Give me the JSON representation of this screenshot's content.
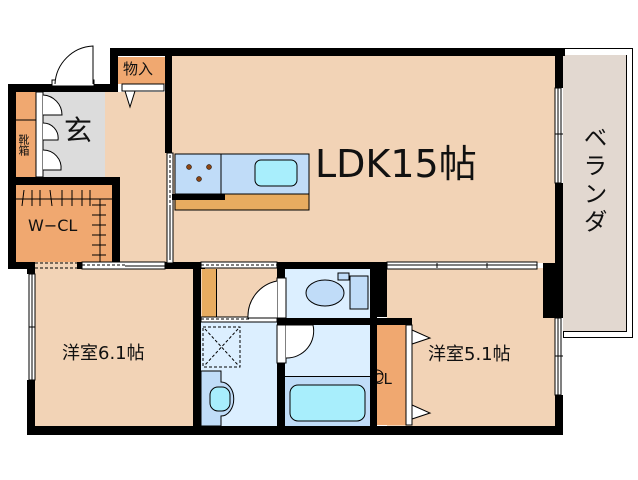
{
  "floorplan": {
    "rooms": {
      "ldk": {
        "label": "LDK15帖",
        "color": "#f2d3b6"
      },
      "western_room_1": {
        "label": "洋室6.1帖",
        "color": "#f2d3b6"
      },
      "western_room_2": {
        "label": "洋室5.1帖",
        "color": "#f2d3b6"
      },
      "entrance": {
        "label": "玄",
        "color": "#dcdcdc"
      },
      "shoe_box": {
        "label": "靴箱",
        "color": "#f0a870"
      },
      "storage": {
        "label": "物入",
        "color": "#f0a870"
      },
      "walk_in_closet": {
        "label": "W−CL",
        "color": "#f0a870"
      },
      "closet": {
        "label": "CL",
        "color": "#f0a870"
      },
      "veranda": {
        "label": "ベランダ",
        "color": "#e2d8d0"
      },
      "hallway": {
        "color": "#f2d3b6"
      },
      "washroom": {
        "color": "#dcefff"
      },
      "toilet": {
        "color": "#dcefff"
      },
      "bathroom": {
        "color": "#dcefff"
      }
    },
    "fixtures": {
      "kitchen_counter_color": "#c0dcf8",
      "sink_color": "#a8eefc",
      "counter_edge_color": "#e8ac60",
      "bathtub_color": "#a8eefc",
      "wall_color": "#000000"
    }
  }
}
